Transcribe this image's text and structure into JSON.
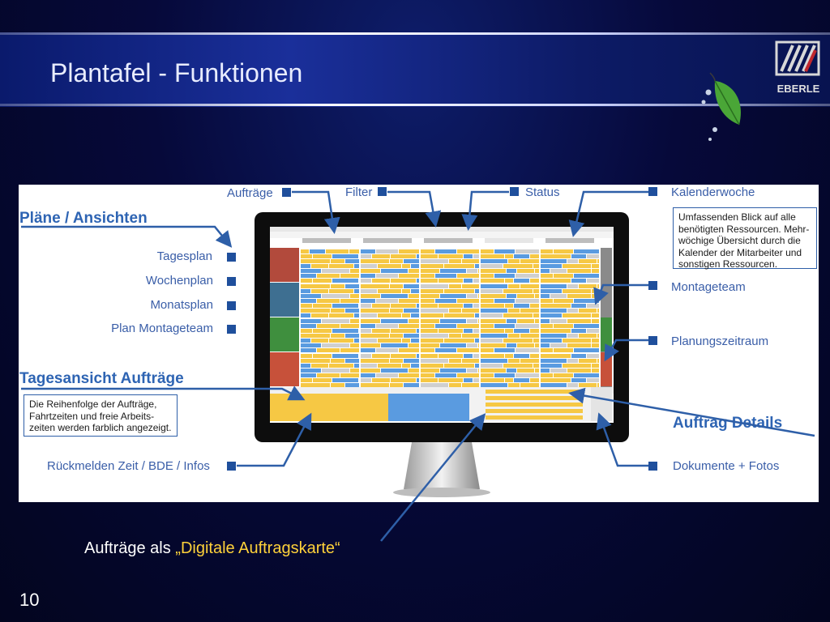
{
  "slide": {
    "title": "Plantafel - Funktionen",
    "page_number": "10",
    "logo_text": "EBERLE",
    "bottom_caption_prefix": "Aufträge als ",
    "bottom_caption_highlight": "„Digitale Auftragskarte“"
  },
  "callouts": {
    "top": {
      "auftraege": "Aufträge",
      "filter": "Filter",
      "status": "Status",
      "kalenderwoche": "Kalenderwoche"
    },
    "left": {
      "plaene_heading": "Pläne / Ansichten",
      "tagesplan": "Tagesplan",
      "wochenplan": "Wochenplan",
      "monatsplan": "Monatsplan",
      "plan_montageteam": "Plan Montageteam",
      "tagesansicht_heading": "Tagesansicht Aufträge",
      "tagesansicht_note": "Die Reihenfolge der Aufträge, Fahrtzeiten und freie Arbeits-zeiten werden farblich angezeigt.",
      "rueckmelden": "Rückmelden Zeit / BDE / Infos"
    },
    "right": {
      "kalender_note": "Umfassenden Blick auf alle benötigten Ressourcen. Mehr-wöchige Übersicht durch die Kalender der Mitarbeiter und sonstigen Ressourcen.",
      "montageteam": "Montageteam",
      "planungszeitraum": "Planungszeitraum",
      "auftrag_details": "Auftrag Details",
      "dokumente_fotos": "Dokumente + Fotos"
    }
  },
  "colors": {
    "accent_blue": "#2e64b3",
    "marker": "#1f4f9c",
    "highlight_yellow": "#ffd23a"
  }
}
